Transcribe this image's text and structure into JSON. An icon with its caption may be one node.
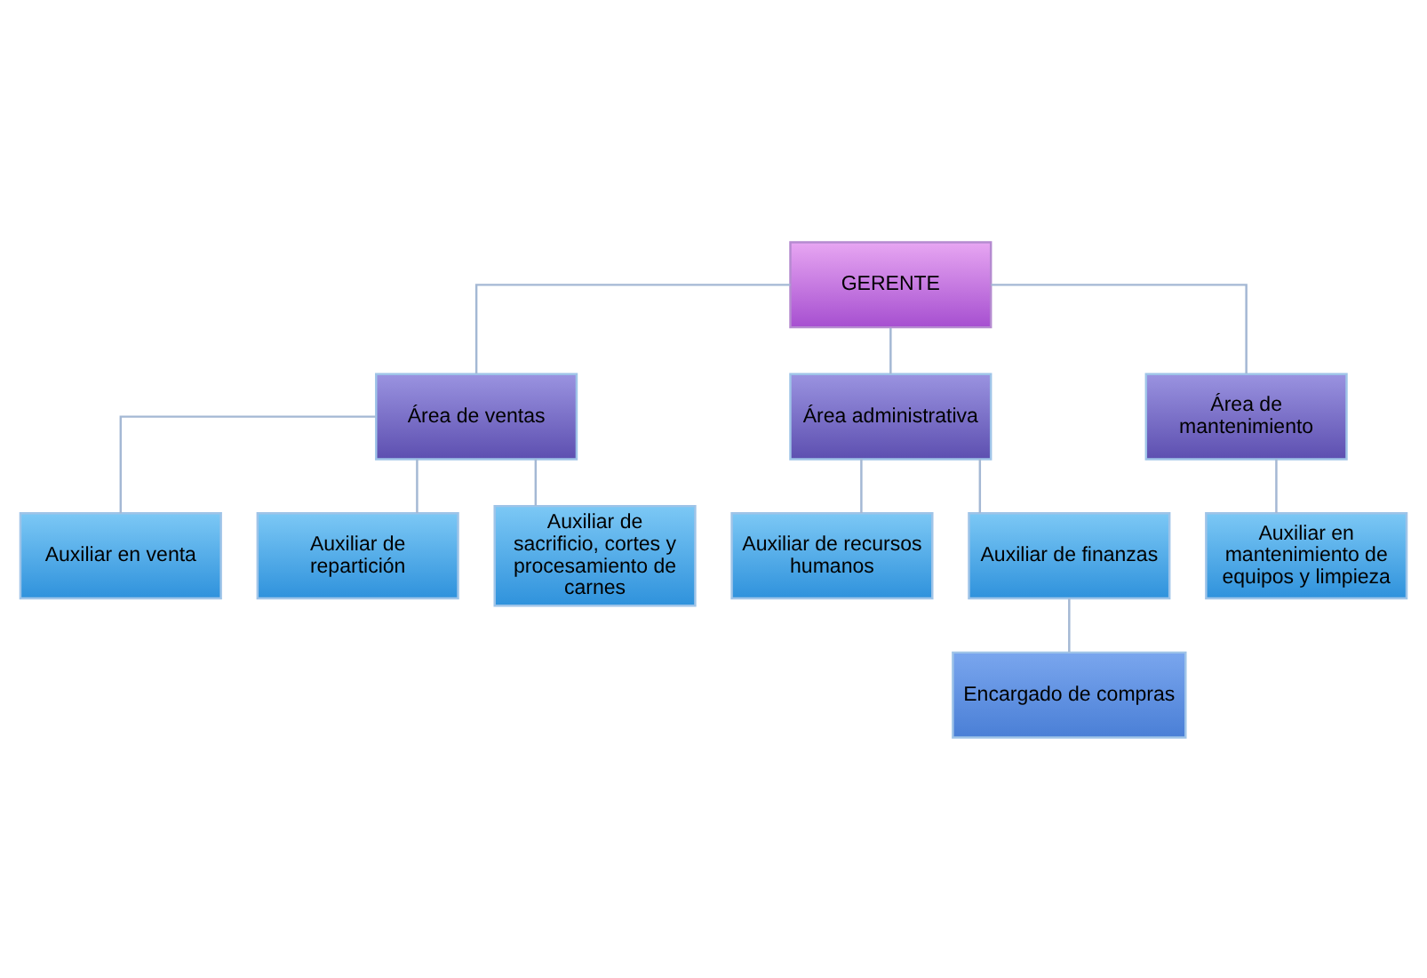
{
  "diagram": {
    "nodes": [
      {
        "text": [
          "GERENTE"
        ]
      },
      {
        "text": [
          "Área de ventas"
        ]
      },
      {
        "text": [
          "Área administrativa"
        ]
      },
      {
        "text": [
          "Área de mantenimiento"
        ]
      },
      {
        "text": [
          "Auxiliar en venta"
        ]
      },
      {
        "text": [
          "Auxiliar de repartición"
        ]
      },
      {
        "text": [
          "Auxiliar de sacrificio, cortes y procesamiento de carnes"
        ]
      },
      {
        "text": [
          "Auxiliar de recursos humanos"
        ]
      },
      {
        "text": [
          "Auxiliar de finanzas"
        ]
      },
      {
        "text": [
          "Encargado de compras"
        ]
      },
      {
        "text": [
          "Auxiliar en mantenimiento de equipos y limpieza"
        ]
      }
    ],
    "edges": [
      {
        "from": 0,
        "to": 1,
        "arrow": "none"
      },
      {
        "from": 0,
        "to": 2,
        "arrow": "none"
      },
      {
        "from": 0,
        "to": 3,
        "arrow": "none"
      },
      {
        "from": 1,
        "to": 4,
        "arrow": "none"
      },
      {
        "from": 1,
        "to": 5,
        "arrow": "none"
      },
      {
        "from": 1,
        "to": 6,
        "arrow": "none"
      },
      {
        "from": 2,
        "to": 7,
        "arrow": "none"
      },
      {
        "from": 2,
        "to": 8,
        "arrow": "none"
      },
      {
        "from": 8,
        "to": 9,
        "arrow": "none"
      },
      {
        "from": 3,
        "to": 10,
        "arrow": "none"
      }
    ]
  }
}
